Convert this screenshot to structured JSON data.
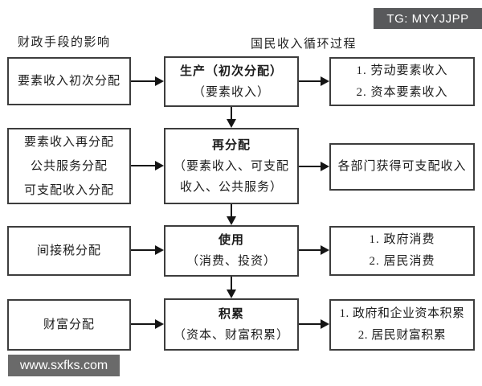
{
  "badge": {
    "label": "TG: MYYJJPP"
  },
  "watermark": {
    "label": "www.sxfks.com"
  },
  "headers": {
    "left": "财政手段的影响",
    "right": "国民收入循环过程"
  },
  "colors": {
    "badge_bg": "#58595b",
    "watermark_bg": "#6a6a6a",
    "box_border": "#3d3d3d",
    "arrow": "#151515",
    "text": "#1c1c1c"
  },
  "rows": [
    {
      "left": {
        "lines": [
          "要素收入初次分配"
        ]
      },
      "center": {
        "title": "生产（初次分配）",
        "sub_lines": [
          "（要素收入）"
        ]
      },
      "right": {
        "lines": [
          "1. 劳动要素收入",
          "2. 资本要素收入"
        ]
      }
    },
    {
      "left": {
        "lines": [
          "要素收入再分配",
          "公共服务分配",
          "可支配收入分配"
        ]
      },
      "center": {
        "title": "再分配",
        "sub_lines": [
          "（要素收入、可支配",
          "收入、公共服务）"
        ]
      },
      "right": {
        "lines": [
          "各部门获得可支配收入"
        ]
      }
    },
    {
      "left": {
        "lines": [
          "间接税分配"
        ]
      },
      "center": {
        "title": "使用",
        "sub_lines": [
          "（消费、投资）"
        ]
      },
      "right": {
        "lines": [
          "1. 政府消费",
          "2. 居民消费"
        ]
      }
    },
    {
      "left": {
        "lines": [
          "财富分配"
        ]
      },
      "center": {
        "title": "积累",
        "sub_lines": [
          "（资本、财富积累）"
        ]
      },
      "right": {
        "lines": [
          "1. 政府和企业资本积累",
          "2. 居民财富积累"
        ]
      }
    }
  ]
}
